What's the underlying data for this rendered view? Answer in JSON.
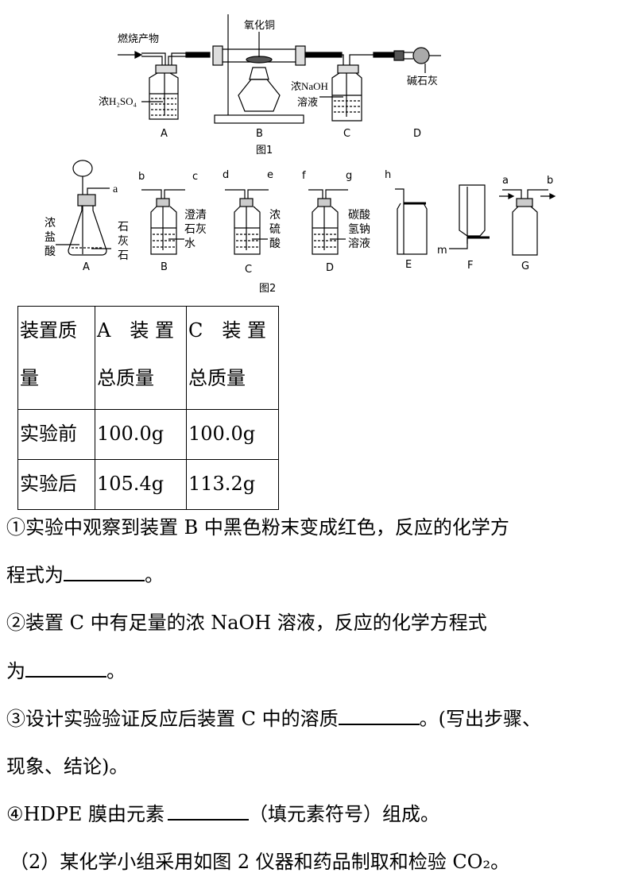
{
  "figure1": {
    "caption": "图1",
    "inlet_label": "燃烧产物",
    "reagent_a": "浓H₂SO₄",
    "reagent_b": "氧化铜",
    "reagent_c_1": "浓NaOH",
    "reagent_c_2": "溶液",
    "reagent_d": "碱石灰",
    "devices": [
      "A",
      "B",
      "C",
      "D"
    ]
  },
  "figure2": {
    "caption": "图2",
    "devices": [
      "A",
      "B",
      "C",
      "D",
      "E",
      "F",
      "G"
    ],
    "ports": {
      "a": "a",
      "b": "b",
      "c": "c",
      "d": "d",
      "e": "e",
      "f": "f",
      "g": "g",
      "h": "h",
      "m": "m",
      "g_in": "a",
      "g_out": "b"
    },
    "labels": {
      "a_acid": [
        "浓",
        "盐",
        "酸"
      ],
      "a_stone": [
        "石",
        "灰",
        "石"
      ],
      "b_reagent": [
        "澄清",
        "石灰",
        "水"
      ],
      "c_reagent": [
        "浓",
        "硫",
        "酸"
      ],
      "d_reagent": [
        "碳酸",
        "氢钠",
        "溶液"
      ]
    }
  },
  "table": {
    "headers": [
      [
        "装置质",
        "量"
      ],
      [
        "A　装 置",
        "总质量"
      ],
      [
        "C　装 置",
        "总质量"
      ]
    ],
    "rows": [
      [
        "实验前",
        "100.0g",
        "100.0g"
      ],
      [
        "实验后",
        "105.4g",
        "113.2g"
      ]
    ]
  },
  "questions": {
    "q1a": "①实验中观察到装置 B 中黑色粉末变成红色，反应的化学方",
    "q1b": "程式为",
    "q1c": "。",
    "q2a": "②装置 C 中有足量的浓 NaOH 溶液，反应的化学方程式",
    "q2b": "为",
    "q2c": "。",
    "q3a": "③设计实验验证反应后装置 C 中的溶质",
    "q3b": "。(写出步骤、",
    "q3c": "现象、结论)。",
    "q4a": "④HDPE 膜由元素",
    "q4b": "（填元素符号）组成。",
    "q5": "（2）某化学小组采用如图 2 仪器和药品制取和检验 CO₂。"
  }
}
